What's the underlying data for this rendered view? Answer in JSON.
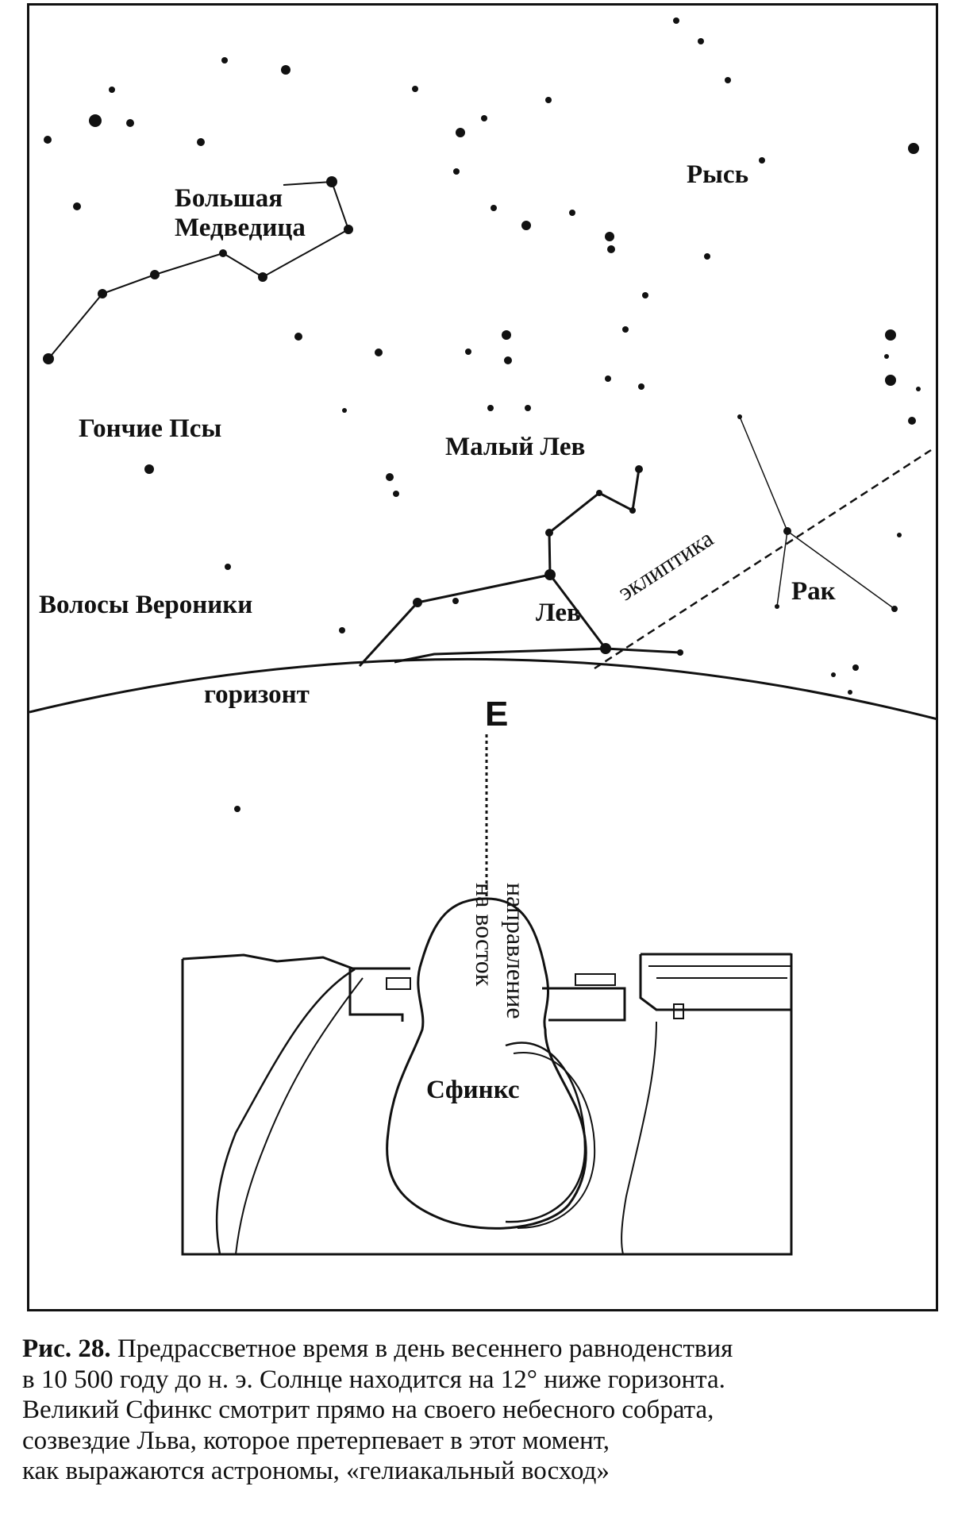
{
  "labels": {
    "ursa_major_line1": "Большая",
    "ursa_major_line2": "Медведица",
    "lynx": "Рысь",
    "canes_venatici": "Гончие Псы",
    "leo_minor": "Малый Лев",
    "coma_berenices": "Волосы Вероники",
    "leo": "Лев",
    "cancer": "Рак",
    "ecliptic": "эклиптика",
    "horizon": "горизонт",
    "east_letter": "E",
    "east_dir_line1": "направление",
    "east_dir_line2": "на восток",
    "sphinx": "Сфинкс"
  },
  "caption": {
    "figure_number": "Рис. 28.",
    "line1": "Предрассветное время в день весеннего равноденствия",
    "line2": "в 10 500 году до н. э. Солнце находится на 12° ниже горизонта.",
    "line3": "Великий Сфинкс смотрит прямо на своего небесного собрата,",
    "line4": "созвездие Льва, которое претерпевает в этот момент,",
    "line5": "как выражаются астрономы, «гелиакальный восход»"
  }
}
